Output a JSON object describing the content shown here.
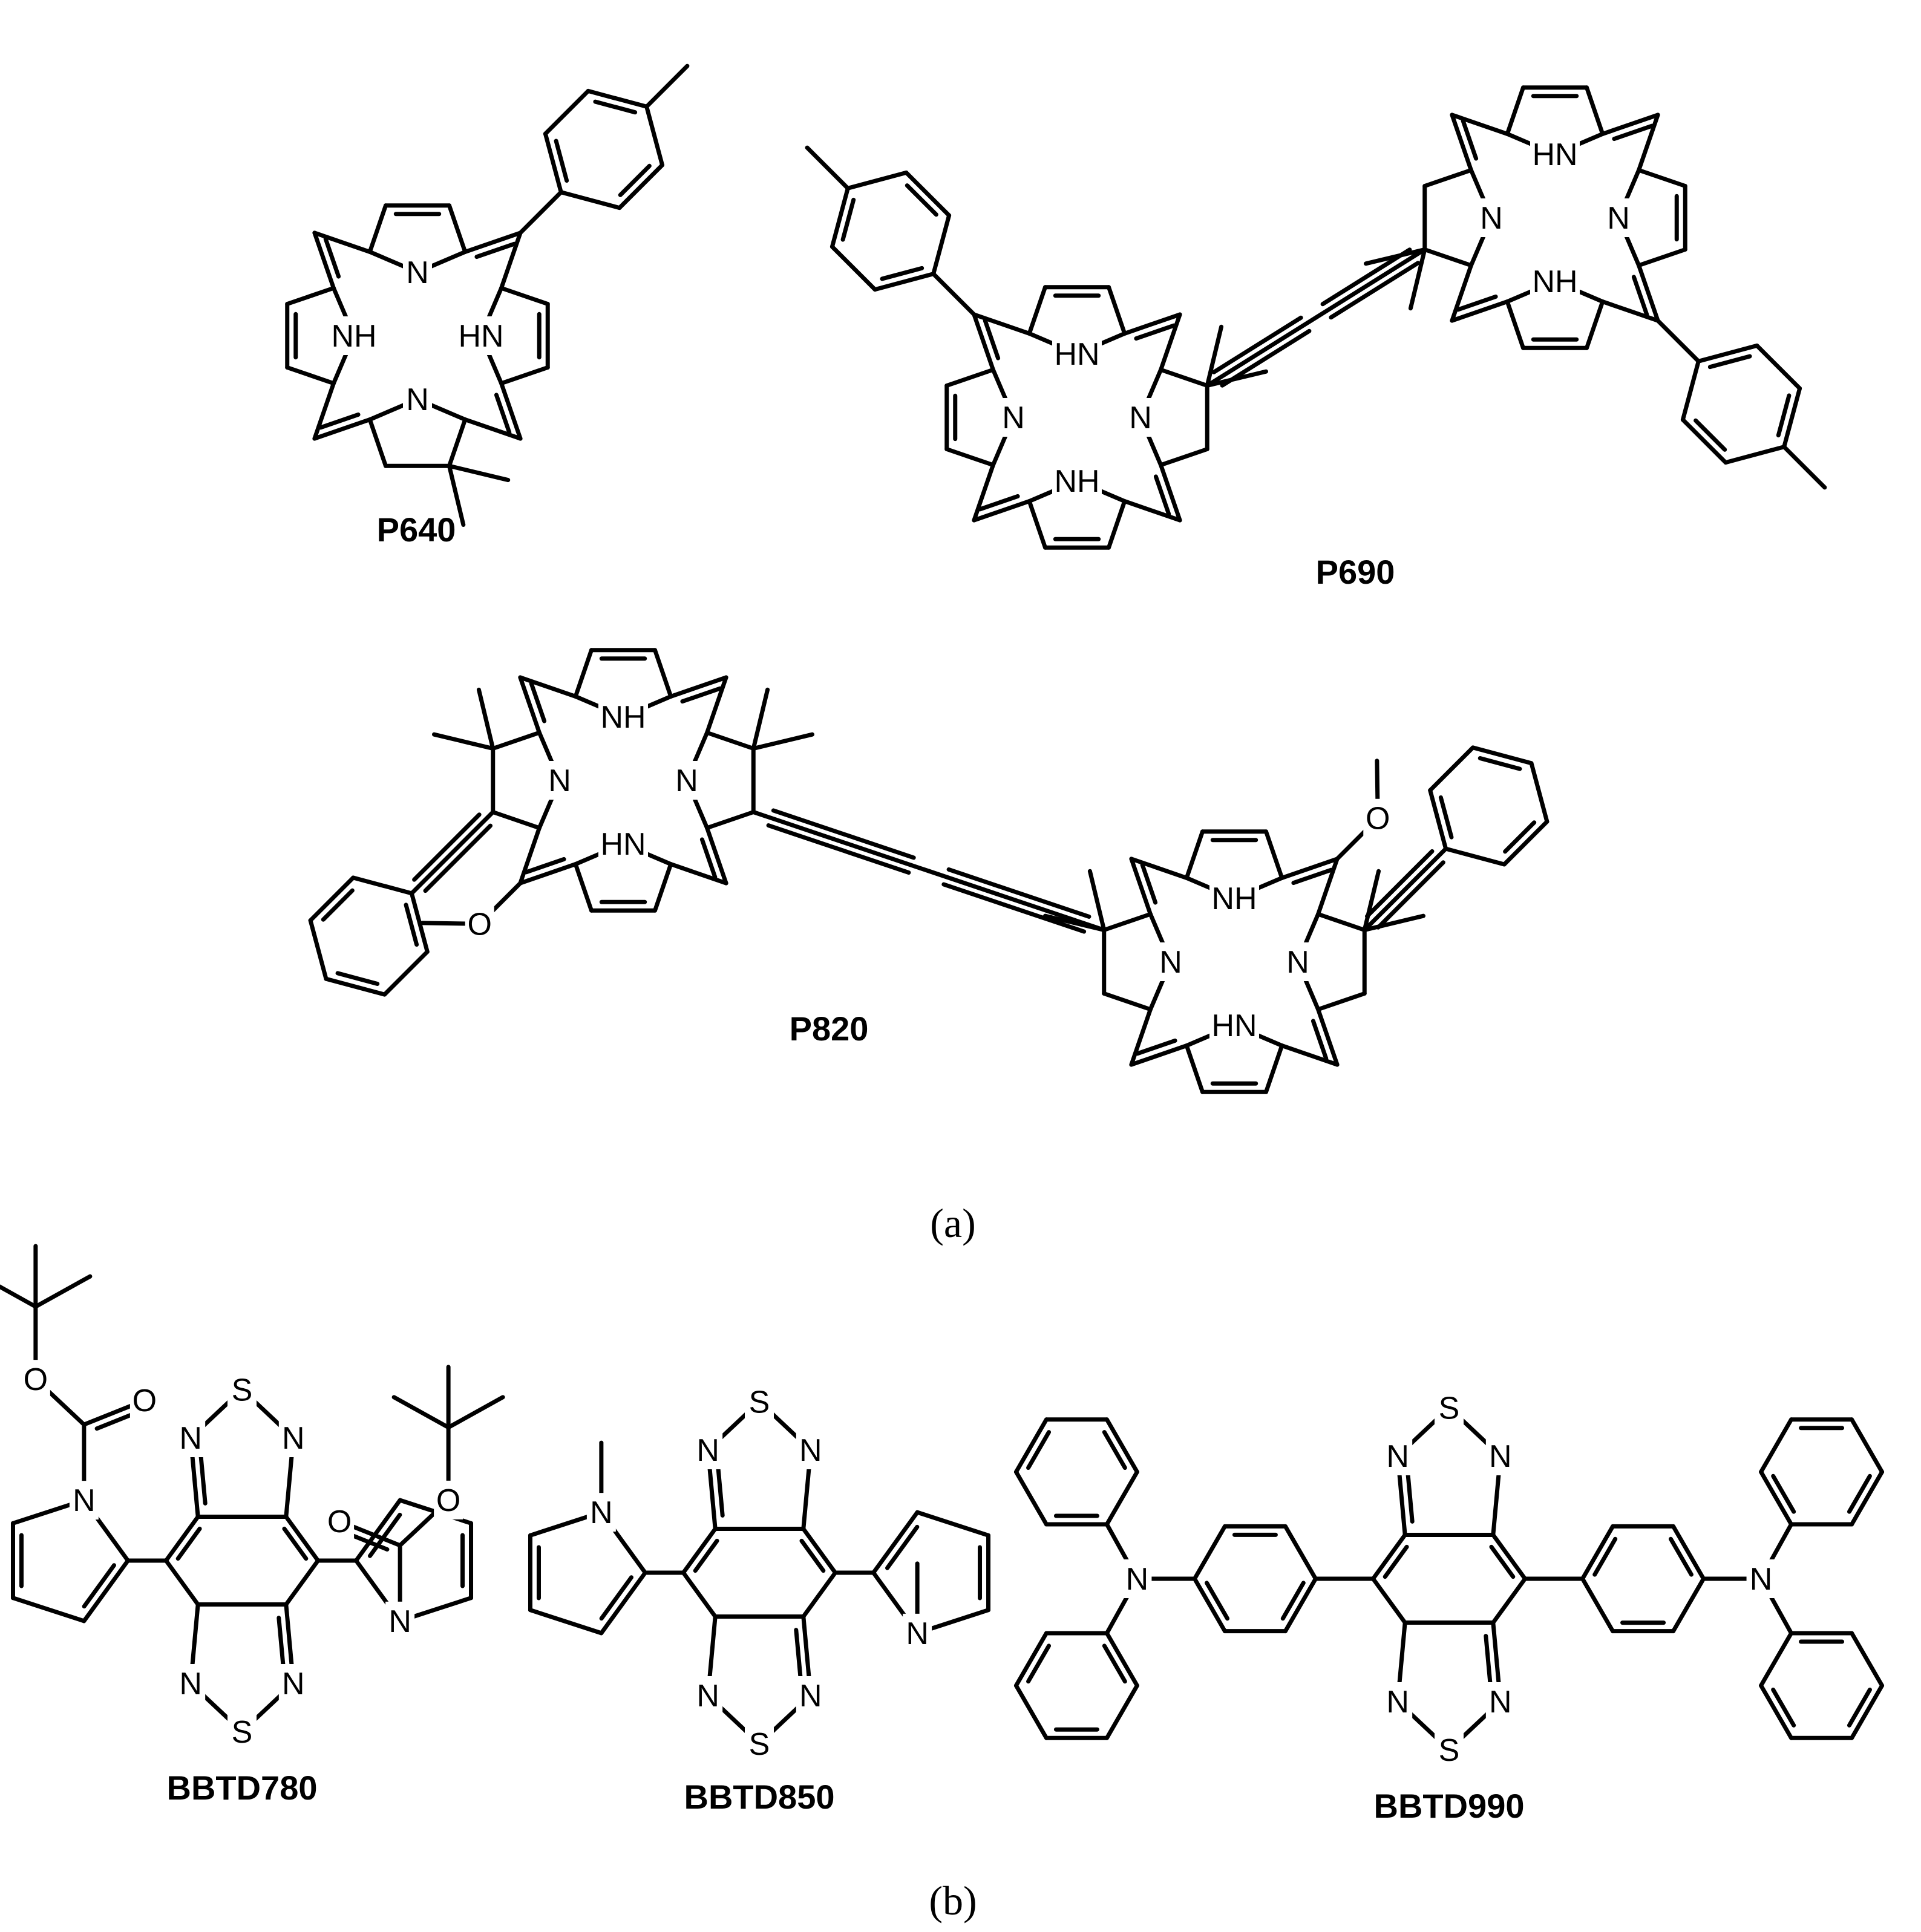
{
  "panels": [
    {
      "label": "(a)",
      "compounds": [
        "P640",
        "P690",
        "P820"
      ]
    },
    {
      "label": "(b)",
      "compounds": [
        "BBTD780",
        "BBTD850",
        "BBTD990"
      ]
    }
  ],
  "atoms": {
    "nh": "NH",
    "hn": "HN",
    "n": "N",
    "s": "S",
    "o": "O"
  },
  "colors": {
    "ink": "#000000",
    "background": "#ffffff"
  }
}
